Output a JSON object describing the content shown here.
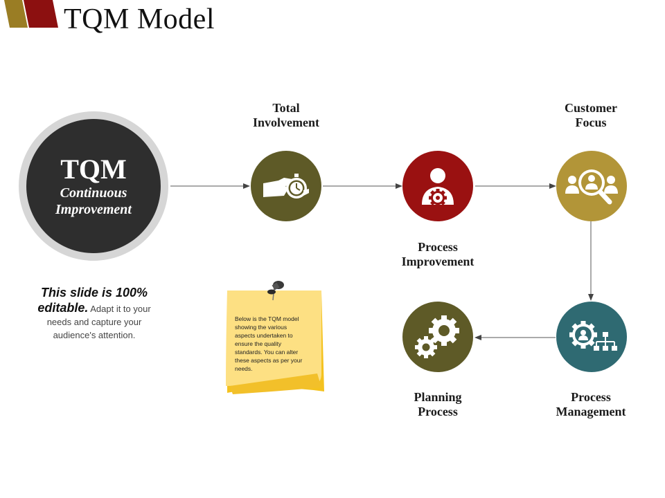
{
  "title": "TQM Model",
  "hub": {
    "heading": "TQM",
    "subtitle_line1": "Continuous",
    "subtitle_line2": "Improvement"
  },
  "nodes": [
    {
      "label_line1": "Total",
      "label_line2": "Involvement",
      "color": "#5e5a27",
      "icon": "hand-stopwatch-icon"
    },
    {
      "label_line1": "Process",
      "label_line2": "Improvement",
      "color": "#9a1111",
      "icon": "person-gear-icon"
    },
    {
      "label_line1": "Customer",
      "label_line2": "Focus",
      "color": "#b29538",
      "icon": "magnifier-people-icon"
    },
    {
      "label_line1": "Process",
      "label_line2": "Management",
      "color": "#2f6a72",
      "icon": "gear-org-chart-icon"
    },
    {
      "label_line1": "Planning",
      "label_line2": "Process",
      "color": "#5e5a27",
      "icon": "gears-icon"
    }
  ],
  "editable_note": {
    "bold_line1": "This slide is 100%",
    "bold_line2": "editable.",
    "rest_line1": " Adapt it to your",
    "rest_line2": "needs and capture your",
    "rest_line3": "audience's attention."
  },
  "sticky_note": {
    "lines": [
      "Below is the TQM model",
      "showing the various",
      "aspects undertaken to",
      "ensure the quality",
      "standards. You can alter",
      "these aspects as per your",
      "needs."
    ]
  },
  "colors": {
    "olive": "#5e5a27",
    "red": "#9a1111",
    "gold": "#b29538",
    "teal": "#2f6a72",
    "hub_dark": "#2e2e2e",
    "hub_ring": "#d6d6d6",
    "sticky": "#fbe07a"
  }
}
